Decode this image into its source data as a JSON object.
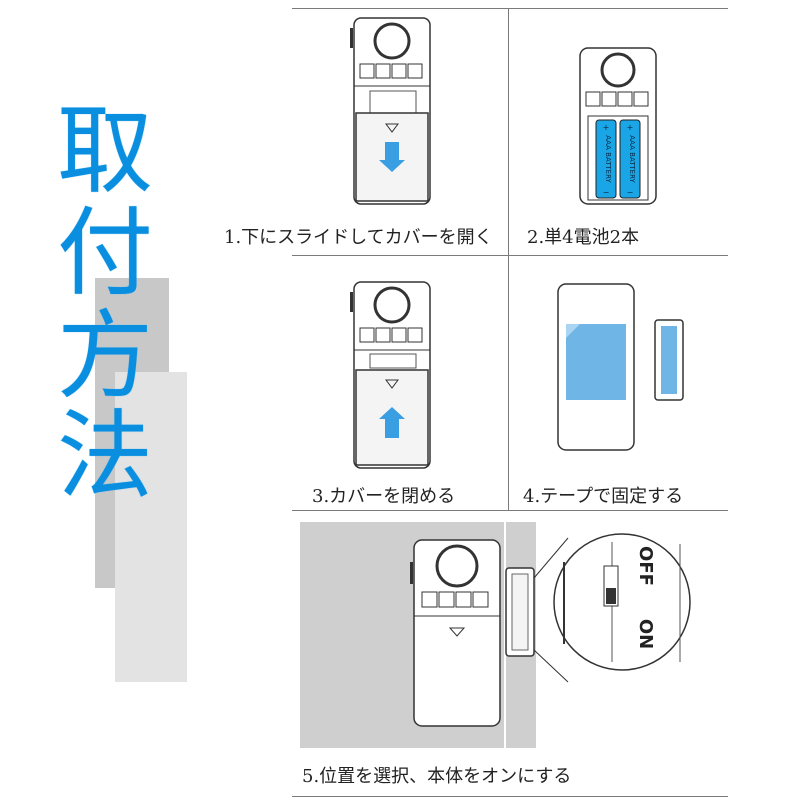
{
  "title": [
    "取",
    "付",
    "方",
    "法"
  ],
  "steps": [
    {
      "caption": "1.下にスライドしてカバーを開く"
    },
    {
      "caption": "2.単4電池2本"
    },
    {
      "caption": "3.カバーを閉める"
    },
    {
      "caption": "4.テープで固定する"
    },
    {
      "caption": "5.位置を選択、本体をオンにする"
    }
  ],
  "battery": {
    "label": "AAA BATTERY",
    "plus": "+",
    "minus": "−"
  },
  "switch": {
    "on": "ON",
    "off": "OFF"
  },
  "colors": {
    "title": "#0a8fe0",
    "arrow": "#3a9ee2",
    "battery": "#1aa6e6",
    "tape": "#6fb6e6"
  }
}
